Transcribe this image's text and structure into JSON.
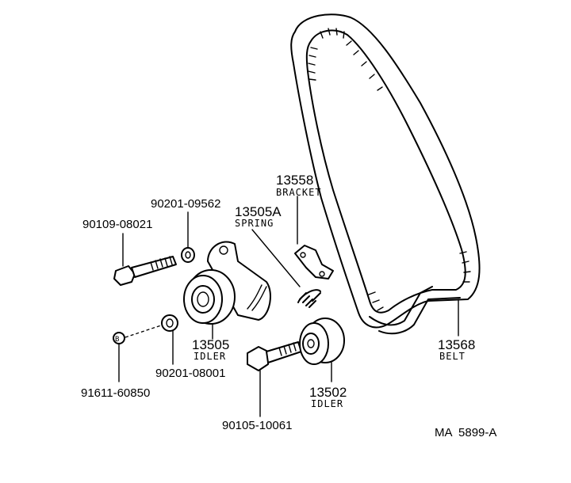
{
  "parts": {
    "bolt_idler": {
      "number": "90109-08021"
    },
    "washer_upper": {
      "number": "90201-09562"
    },
    "bracket": {
      "number": "13558",
      "name": "BRACKET"
    },
    "spring": {
      "number": "13505A",
      "name": "SPRING"
    },
    "idler_1": {
      "number": "13505",
      "name": "IDLER"
    },
    "stud": {
      "number": "91611-60850",
      "marker": "B"
    },
    "washer_lower": {
      "number": "90201-08001"
    },
    "bolt_idler_2": {
      "number": "90105-10061"
    },
    "idler_2": {
      "number": "13502",
      "name": "IDLER"
    },
    "belt": {
      "number": "13568",
      "name": "BELT"
    }
  },
  "drawing_code": "MA  5899-A"
}
